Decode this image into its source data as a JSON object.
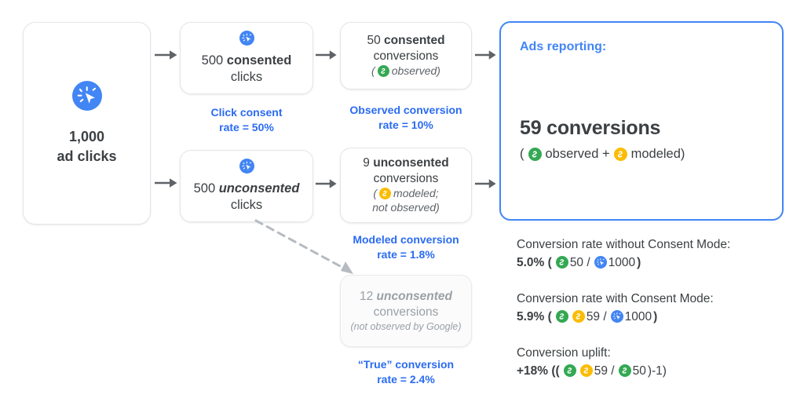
{
  "diagram": {
    "title": "Google Consent Mode conversion modeling flow",
    "colors": {
      "blue": "#4285f4",
      "rate_blue": "#2a6bf2",
      "green": "#34a853",
      "yellow": "#fbbc04",
      "text": "#3c4043",
      "muted": "#9aa0a6",
      "arrow": "#5f6368",
      "card_border": "#e3e5e8"
    },
    "boxes": {
      "total_clicks": {
        "icon": "ad-click-icon",
        "line1": "1,000",
        "line2": "ad clicks"
      },
      "consented_clicks": {
        "icon": "ad-click-icon",
        "count": "500",
        "emphasis": "consented",
        "line2": "clicks"
      },
      "unconsented_clicks": {
        "icon": "ad-click-icon",
        "count": "500",
        "emphasis": "unconsented",
        "line2": "clicks"
      },
      "consented_conversions": {
        "count": "50",
        "emphasis": "consented",
        "line2": "conversions",
        "note_open": "(",
        "note_icon": "conversion-observed-icon",
        "note_text": "observed)"
      },
      "unconsented_conversions": {
        "count": "9",
        "emphasis": "unconsented",
        "line2": "conversions",
        "note_open": "(",
        "note_icon": "conversion-modeled-icon",
        "note_text": "modeled;",
        "note_text2": "not observed)"
      },
      "true_conversions": {
        "count": "12",
        "emphasis": "unconsented",
        "line2": "conversions",
        "note_text": "(not observed by Google)"
      }
    },
    "rate_labels": {
      "click_consent": {
        "line1": "Click consent",
        "line2": "rate = 50%"
      },
      "observed": {
        "line1": "Observed conversion",
        "line2": "rate = 10%"
      },
      "modeled": {
        "line1": "Modeled conversion",
        "line2": "rate = 1.8%"
      },
      "true": {
        "line1": "“True” conversion",
        "line2": "rate = 2.4%"
      }
    },
    "ads_panel": {
      "title": "Ads reporting:",
      "headline": "59 conversions",
      "sub_open": "(",
      "sub_icon_observed": "conversion-observed-icon",
      "sub_observed": "observed +",
      "sub_icon_modeled": "conversion-modeled-icon",
      "sub_modeled": "modeled)"
    },
    "stats": [
      {
        "label": "Conversion rate without Consent Mode:",
        "value_prefix": "5.0% (",
        "parts": [
          {
            "icon": "conversion-observed-icon",
            "text": "50 /"
          },
          {
            "icon": "ad-click-icon",
            "text": "1000"
          }
        ],
        "value_suffix": ")"
      },
      {
        "label": "Conversion rate with Consent Mode:",
        "value_prefix": "5.9% (",
        "parts": [
          {
            "icon": "conversion-observed-icon",
            "text": ""
          },
          {
            "icon": "conversion-modeled-icon",
            "text": "59 /"
          },
          {
            "icon": "ad-click-icon",
            "text": "1000"
          }
        ],
        "value_suffix": ")"
      },
      {
        "label": "Conversion uplift:",
        "value_prefix": "+18% ((",
        "parts": [
          {
            "icon": "conversion-observed-icon",
            "text": ""
          },
          {
            "icon": "conversion-modeled-icon",
            "text": "59 /"
          },
          {
            "icon": "conversion-observed-icon",
            "text": "50"
          }
        ],
        "value_suffix": ")-1)"
      }
    ]
  }
}
